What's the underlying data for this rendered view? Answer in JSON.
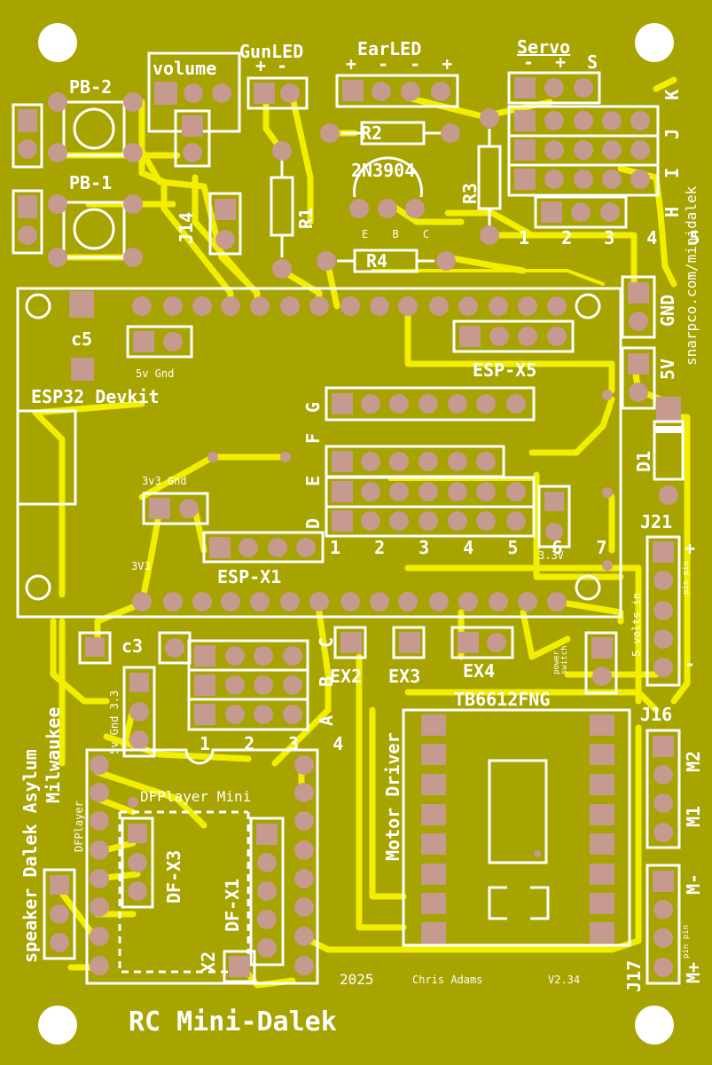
{
  "board": {
    "title": "RC Mini-Dalek",
    "footer": {
      "year": "2025",
      "author": "Chris Adams",
      "version": "V2.34"
    },
    "side_left_1": "speaker Dalek Asylum",
    "side_left_2": "Milwaukee",
    "side_right": "snarpco.com/minidalek"
  },
  "labels": {
    "gunled": "GunLED",
    "gunled_pol": "+ -",
    "earled": "EarLED",
    "earled_pol": "+ - - +",
    "servo": "Servo",
    "servo_pol": "- + S",
    "volume": "volume",
    "pb2": "PB-2",
    "pb1": "PB-1",
    "r1": "R1",
    "r2": "R2",
    "r3": "R3",
    "r4": "R4",
    "transistor": "2N3904",
    "ebc": "E B C",
    "j14": "J14",
    "servo_rows": "H I J K",
    "servo_cols": "1 2 3 4 5",
    "gnd": "GND",
    "fivev": "5V",
    "c5": "c5",
    "c3": "c3",
    "fivev_gnd": "5v Gnd",
    "esp32": "ESP32 Devkit",
    "espx5": "ESP-X5",
    "g": "G",
    "def": "D E F",
    "cols7": "1 2 3 4 5 6 7",
    "d1": "D1",
    "j21": "J21",
    "plus": "+",
    "minus": "-",
    "pin": "pin pin",
    "five_volts_in": "5 volts in",
    "threev3_gnd": "3v3 Gnd",
    "threev3": "3V3",
    "three3v": "3.3V",
    "espx1": "ESP-X1",
    "abc": "A B C",
    "ex2": "EX2",
    "ex3": "EX3",
    "ex4": "EX4",
    "power_switch": "power switch",
    "tb": "TB6612FNG",
    "motor_driver": "Motor Driver",
    "j16": "J16",
    "m2": "M2",
    "m1": "M1",
    "j17": "J17",
    "mminus": "M-",
    "mplus": "M+",
    "five_gnd_33": "5v Gnd 3.3",
    "dfplayer_small": "DFPlayer",
    "dfplayer_mini": "DFPlayer Mini",
    "dfx3": "DF-X3",
    "dfx1": "DF-X1",
    "x2": "X2",
    "cols4": "1 2 3 4"
  },
  "colors": {
    "board": "#a7a300",
    "trace": "#f2ee00",
    "pad": "#c69a8f",
    "silk": "#ffffff"
  }
}
